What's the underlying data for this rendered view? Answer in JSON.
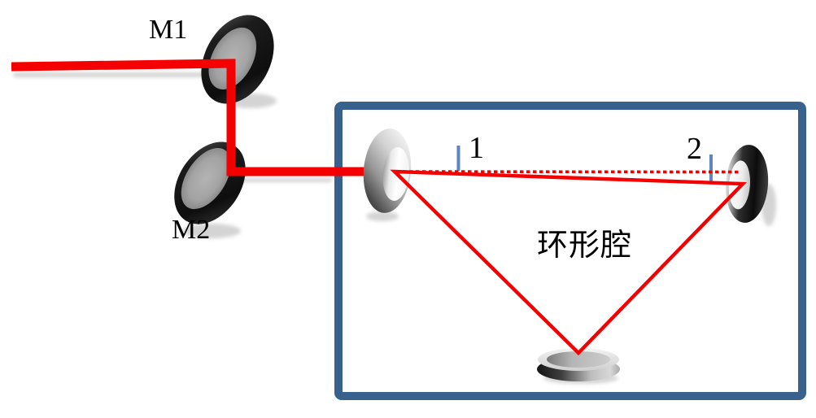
{
  "labels": {
    "mirror_m1": "M1",
    "mirror_m2": "M2",
    "marker_1": "1",
    "marker_2": "2",
    "ring_cavity": "环形腔"
  },
  "colors": {
    "beam_red": "#f40000",
    "box_border": "#38618e",
    "tick_mark": "#5c87be",
    "background": "#ffffff",
    "label_color": "#000000"
  },
  "components": {
    "steering_mirror_m1": "dark-tilted-mirror-disc",
    "steering_mirror_m2": "dark-tilted-mirror-disc",
    "cavity_mirror_left": "light-ring-mirror",
    "cavity_mirror_right": "dark-ring-mirror",
    "cavity_mirror_bottom": "flat-mirror-disc",
    "input_beam": "solid-red-beam",
    "cavity_beam": "solid-red-triangle-beam",
    "reference_beam": "dotted-red-beam",
    "enclosure": "blue-rectangle-box"
  }
}
